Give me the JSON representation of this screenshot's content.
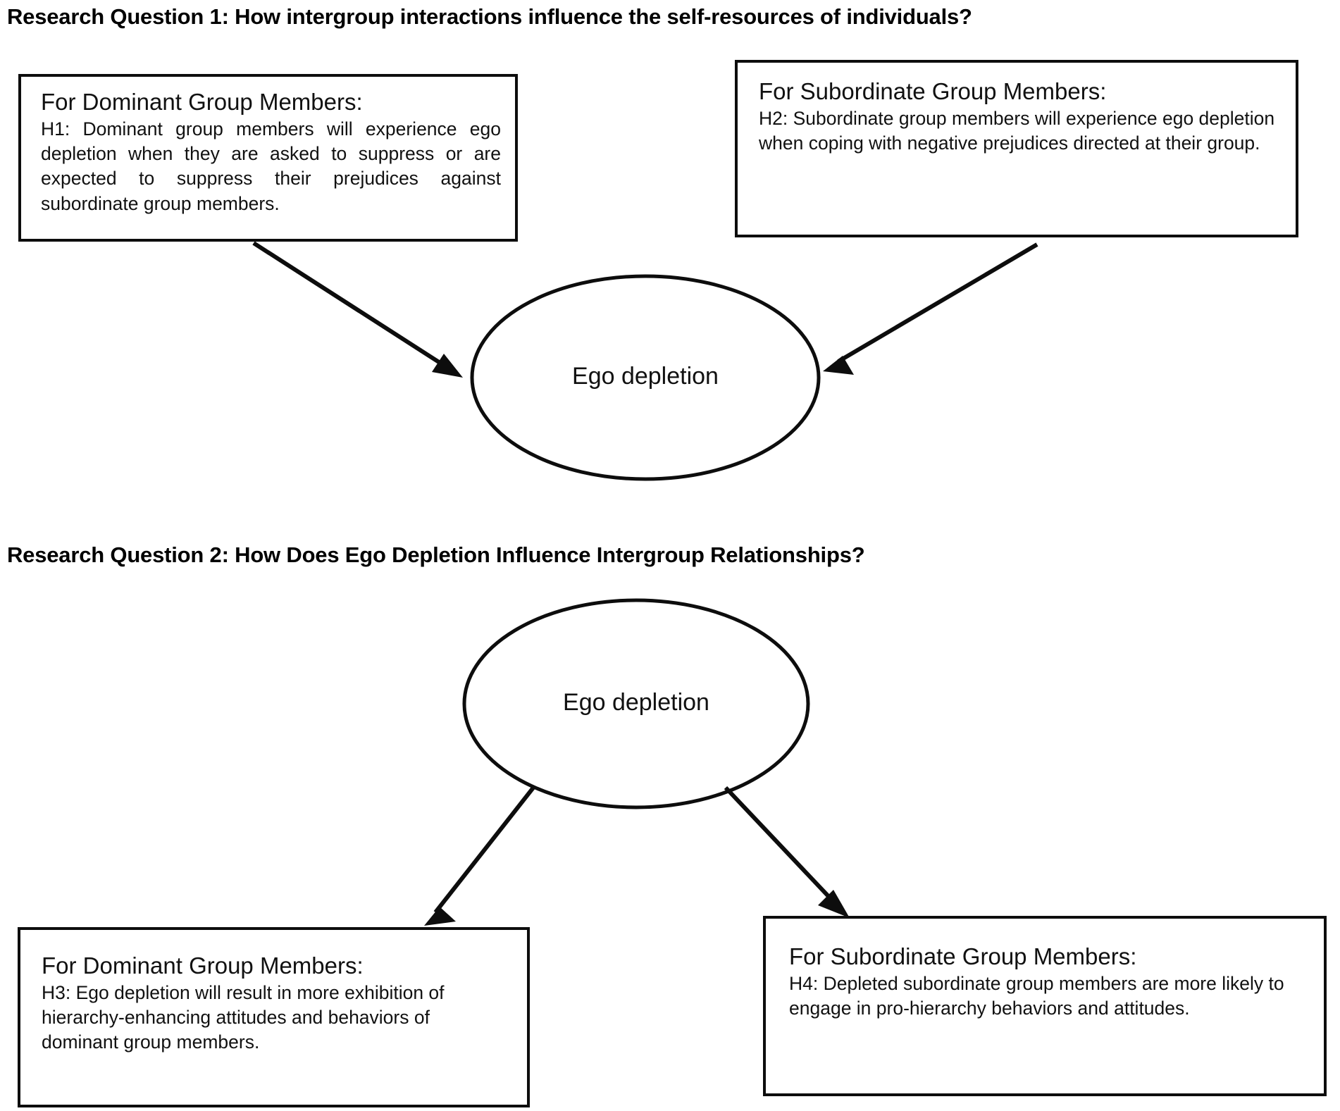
{
  "figure": {
    "type": "conceptual-model-diagram",
    "sections": [
      {
        "id": "rq1",
        "heading": "Research Question 1: How intergroup interactions influence the self-resources of individuals?",
        "center_node": "Ego depletion",
        "boxes": [
          {
            "id": "h1",
            "title": "For Dominant Group Members:",
            "body": "H1: Dominant group members will experience ego depletion when they are asked to suppress or are expected to suppress their prejudices against subordinate group members."
          },
          {
            "id": "h2",
            "title": "For Subordinate Group Members:",
            "body": "H2: Subordinate group members will experience ego depletion when coping with negative prejudices directed at their group."
          }
        ]
      },
      {
        "id": "rq2",
        "heading": "Research Question 2: How Does Ego Depletion Influence Intergroup Relationships?",
        "center_node": "Ego depletion",
        "boxes": [
          {
            "id": "h3",
            "title": "For Dominant Group Members:",
            "body": "H3: Ego depletion will result in more exhibition of hierarchy-enhancing attitudes and behaviors of dominant group members."
          },
          {
            "id": "h4",
            "title": "For Subordinate Group Members:",
            "body": "H4: Depleted subordinate group members are more likely to engage in pro-hierarchy behaviors and attitudes."
          }
        ]
      }
    ],
    "colors": {
      "stroke": "#0d0d0d",
      "text": "#111111",
      "background": "#ffffff"
    }
  }
}
